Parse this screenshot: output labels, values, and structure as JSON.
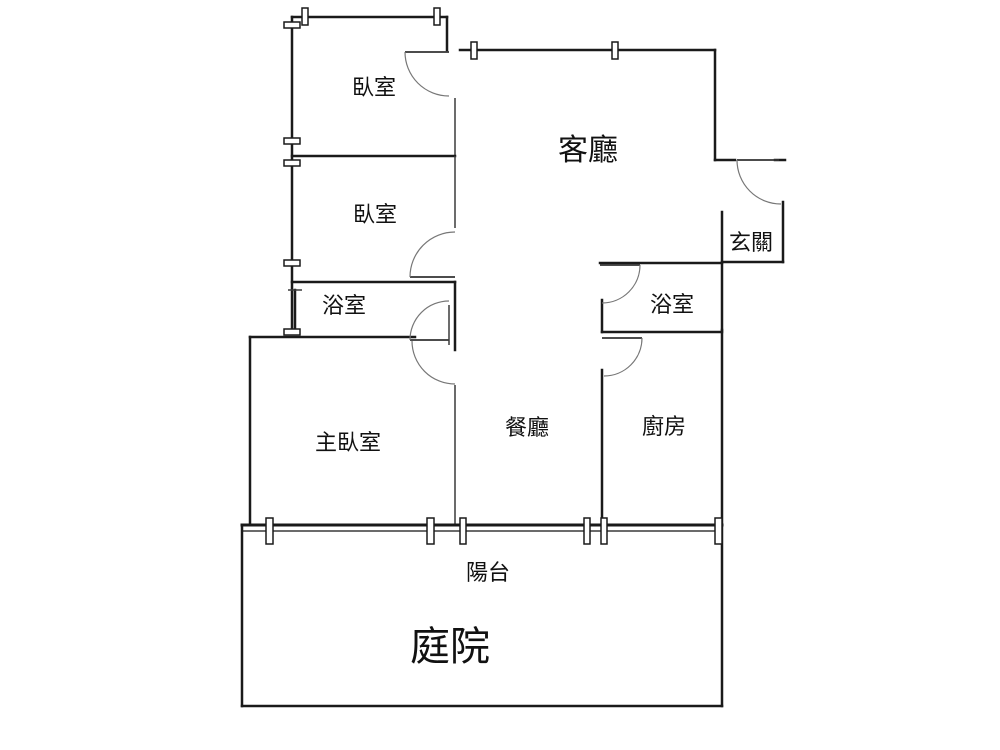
{
  "rooms": {
    "bedroom_1": "臥室",
    "bedroom_2": "臥室",
    "bath_left": "浴室",
    "master_bedroom": "主臥室",
    "living_room": "客廳",
    "entrance": "玄關",
    "bath_right": "浴室",
    "dining_room": "餐廳",
    "kitchen": "廚房",
    "balcony": "陽台",
    "courtyard": "庭院"
  }
}
